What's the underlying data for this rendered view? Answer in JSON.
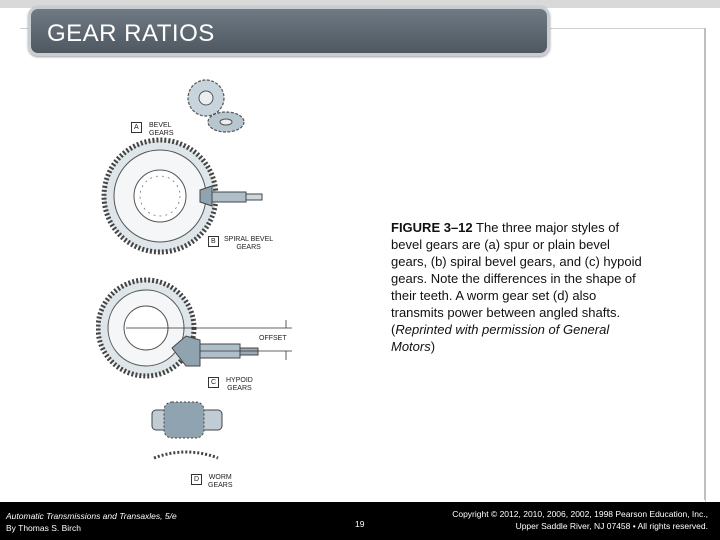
{
  "title": "GEAR RATIOS",
  "figure": {
    "labels": {
      "a_letter": "A",
      "a_text1": "BEVEL",
      "a_text2": "GEARS",
      "b_letter": "B",
      "b_text1": "SPIRAL BEVEL",
      "b_text2": "GEARS",
      "offset": "OFFSET",
      "c_letter": "C",
      "c_text1": "HYPOID",
      "c_text2": "GEARS",
      "d_letter": "D",
      "d_text1": "WORM",
      "d_text2": "GEARS"
    }
  },
  "caption": {
    "figure_num": "FIGURE 3–12",
    "body": " The three major styles of bevel gears are (a) spur or plain bevel gears, (b) spiral bevel gears, and (c) hypoid gears. Note the differences in the shape of their teeth. A worm gear set (d) also transmits power between angled shafts. (",
    "credit": "Reprinted with permission of General Motors",
    "end": ")"
  },
  "footer": {
    "book_line1": "Automatic Transmissions and Transaxles, 5/e",
    "book_line2": "By Thomas S. Birch",
    "page": "19",
    "copyright_line1": "Copyright © 2012, 2010, 2006, 2002, 1998 Pearson Education, Inc.,",
    "copyright_line2": "Upper Saddle River, NJ 07458 • All rights reserved."
  }
}
